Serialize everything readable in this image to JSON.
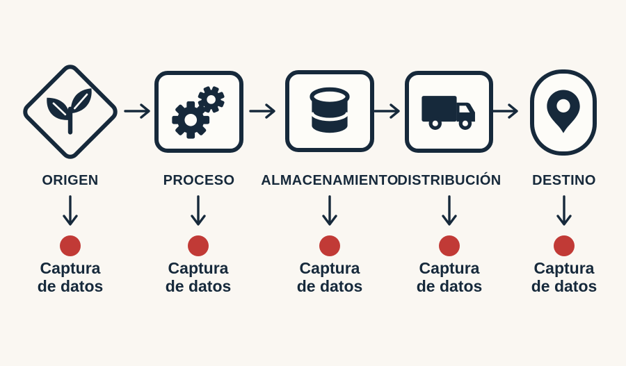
{
  "palette": {
    "background": "#faf7f2",
    "ink": "#16293b",
    "accent_red": "#c13a36",
    "shape_fill": "#fdfcf8"
  },
  "flow": {
    "connector_icon": "right-arrow-icon",
    "capture_marker_icon": "red-dot",
    "stages": [
      {
        "label": "ORIGEN",
        "icon": "plant-sprout-icon",
        "shape": "diamond",
        "capture_line1": "Captura",
        "capture_line2": "de datos"
      },
      {
        "label": "PROCESO",
        "icon": "gears-icon",
        "shape": "rounded-square",
        "capture_line1": "Captura",
        "capture_line2": "de datos"
      },
      {
        "label": "ALMACENAMIENTO",
        "icon": "database-icon",
        "shape": "rounded-square",
        "capture_line1": "Captura",
        "capture_line2": "de datos"
      },
      {
        "label": "DISTRIBUCIÓN",
        "icon": "delivery-truck-icon",
        "shape": "rounded-square",
        "capture_line1": "Captura",
        "capture_line2": "de datos"
      },
      {
        "label": "DESTINO",
        "icon": "map-pin-icon",
        "shape": "capsule",
        "capture_line1": "Captura",
        "capture_line2": "de datos"
      }
    ]
  }
}
